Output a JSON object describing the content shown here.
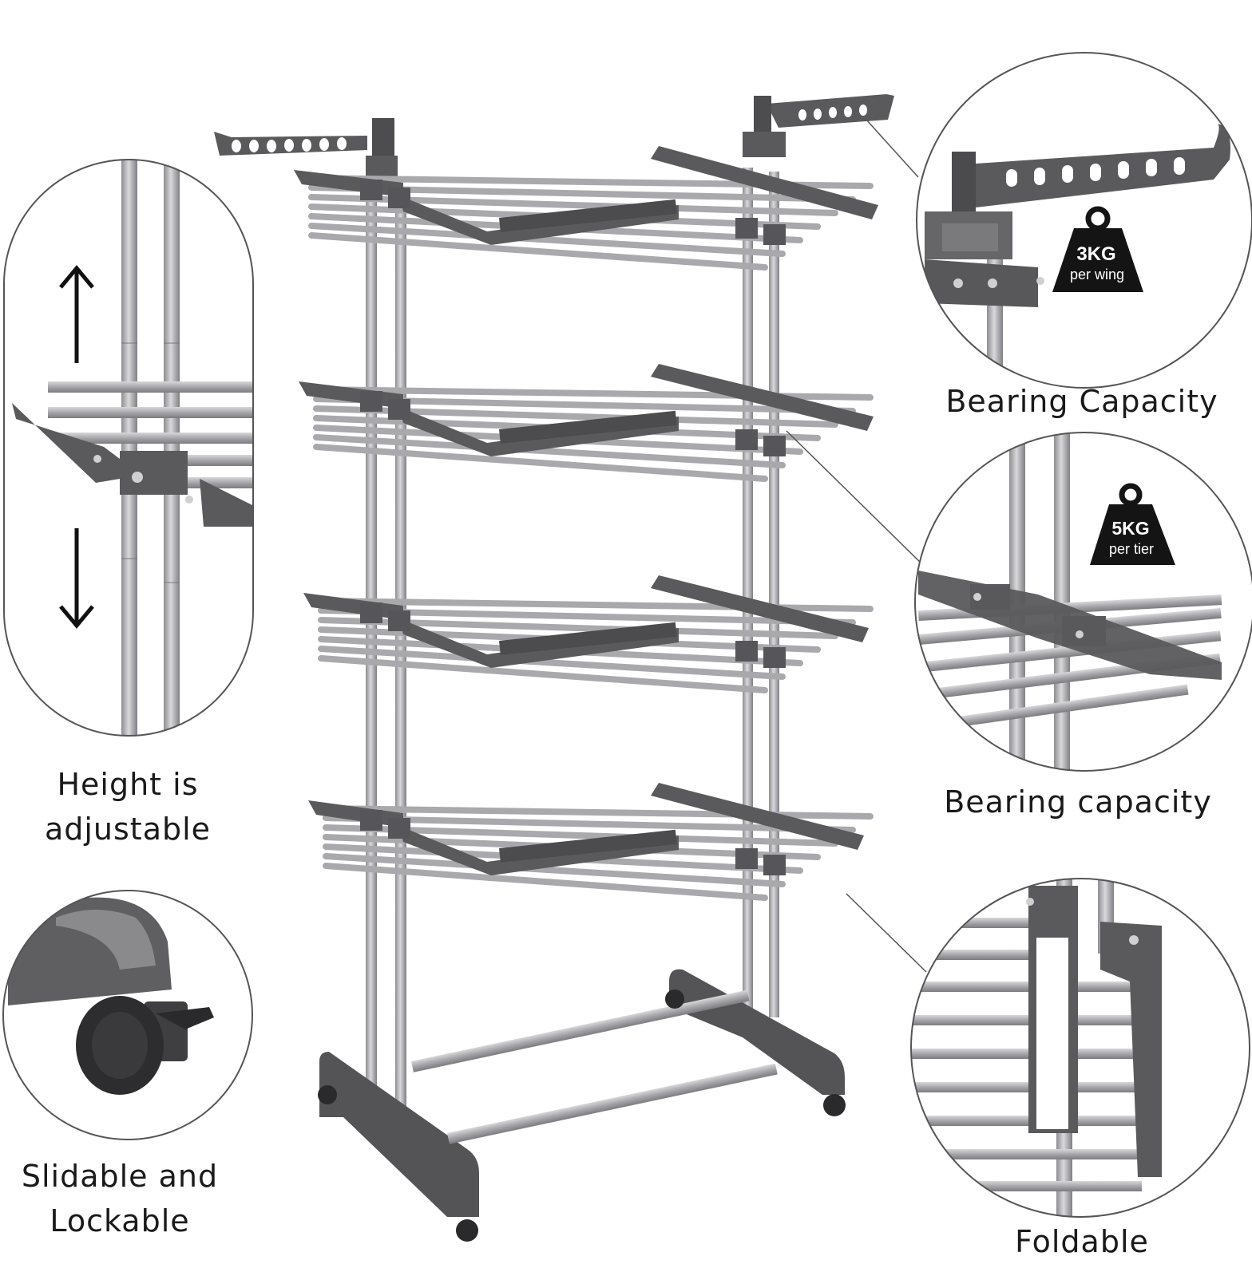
{
  "captions": {
    "height": {
      "line1": "Height is",
      "line2": "adjustable"
    },
    "wheels": {
      "line1": "Slidable and",
      "line2": "Lockable"
    },
    "wing_capacity": "Bearing Capacity",
    "tier_capacity": "Bearing capacity",
    "foldable": "Foldable"
  },
  "badges": {
    "wing": {
      "weight": "3KG",
      "unit": "per wing"
    },
    "tier": {
      "weight": "5KG",
      "unit": "per tier"
    }
  },
  "icons": {
    "up": "arrow-up-icon",
    "down": "arrow-down-icon",
    "weight": "weight-icon"
  },
  "colors": {
    "frame": "#5a5a5c",
    "rod": "#b4b4b8",
    "outline": "#555555",
    "badge": "#141414"
  }
}
